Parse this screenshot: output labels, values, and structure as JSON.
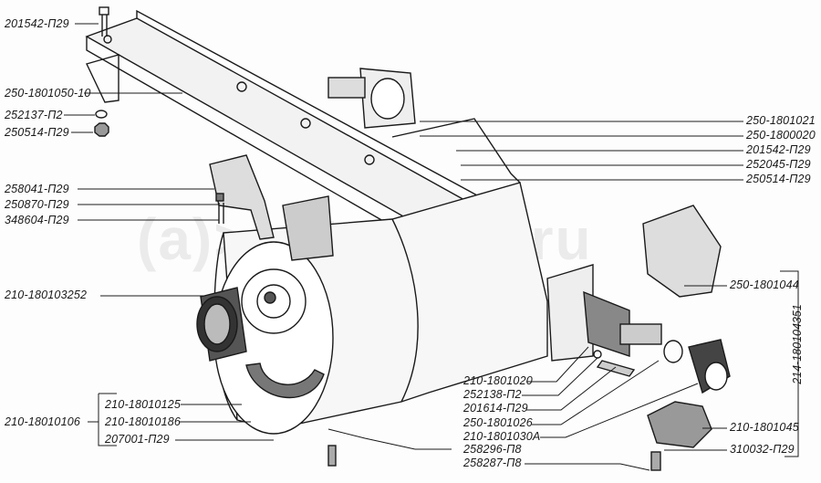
{
  "watermark": "autopiter.ru",
  "colors": {
    "ink": "#1a1a1a",
    "paper": "#fdfdfd"
  },
  "labels_left": {
    "l1": "201542-П29",
    "l2": "250-1801050-10",
    "l3": "252137-П2",
    "l4": "250514-П29",
    "l5": "258041-П29",
    "l6": "250870-П29",
    "l7": "348604-П29",
    "l8": "210-180103252"
  },
  "group_left": {
    "name": "210-18010106",
    "items": [
      "210-18010125",
      "210-18010186",
      "207001-П29"
    ]
  },
  "labels_right": {
    "r1": "250-1801021",
    "r2": "250-1800020",
    "r3": "201542-П29",
    "r4": "252045-П29",
    "r5": "250514-П29"
  },
  "group_right": {
    "name": "214-180104351",
    "items": [
      "250-1801044",
      "210-1801045",
      "310032-П29"
    ]
  },
  "labels_bottom": [
    "210-1801020",
    "252138-П2",
    "201614-П29",
    "250-1801026",
    "210-1801030А",
    "258296-П8",
    "258287-П8"
  ]
}
